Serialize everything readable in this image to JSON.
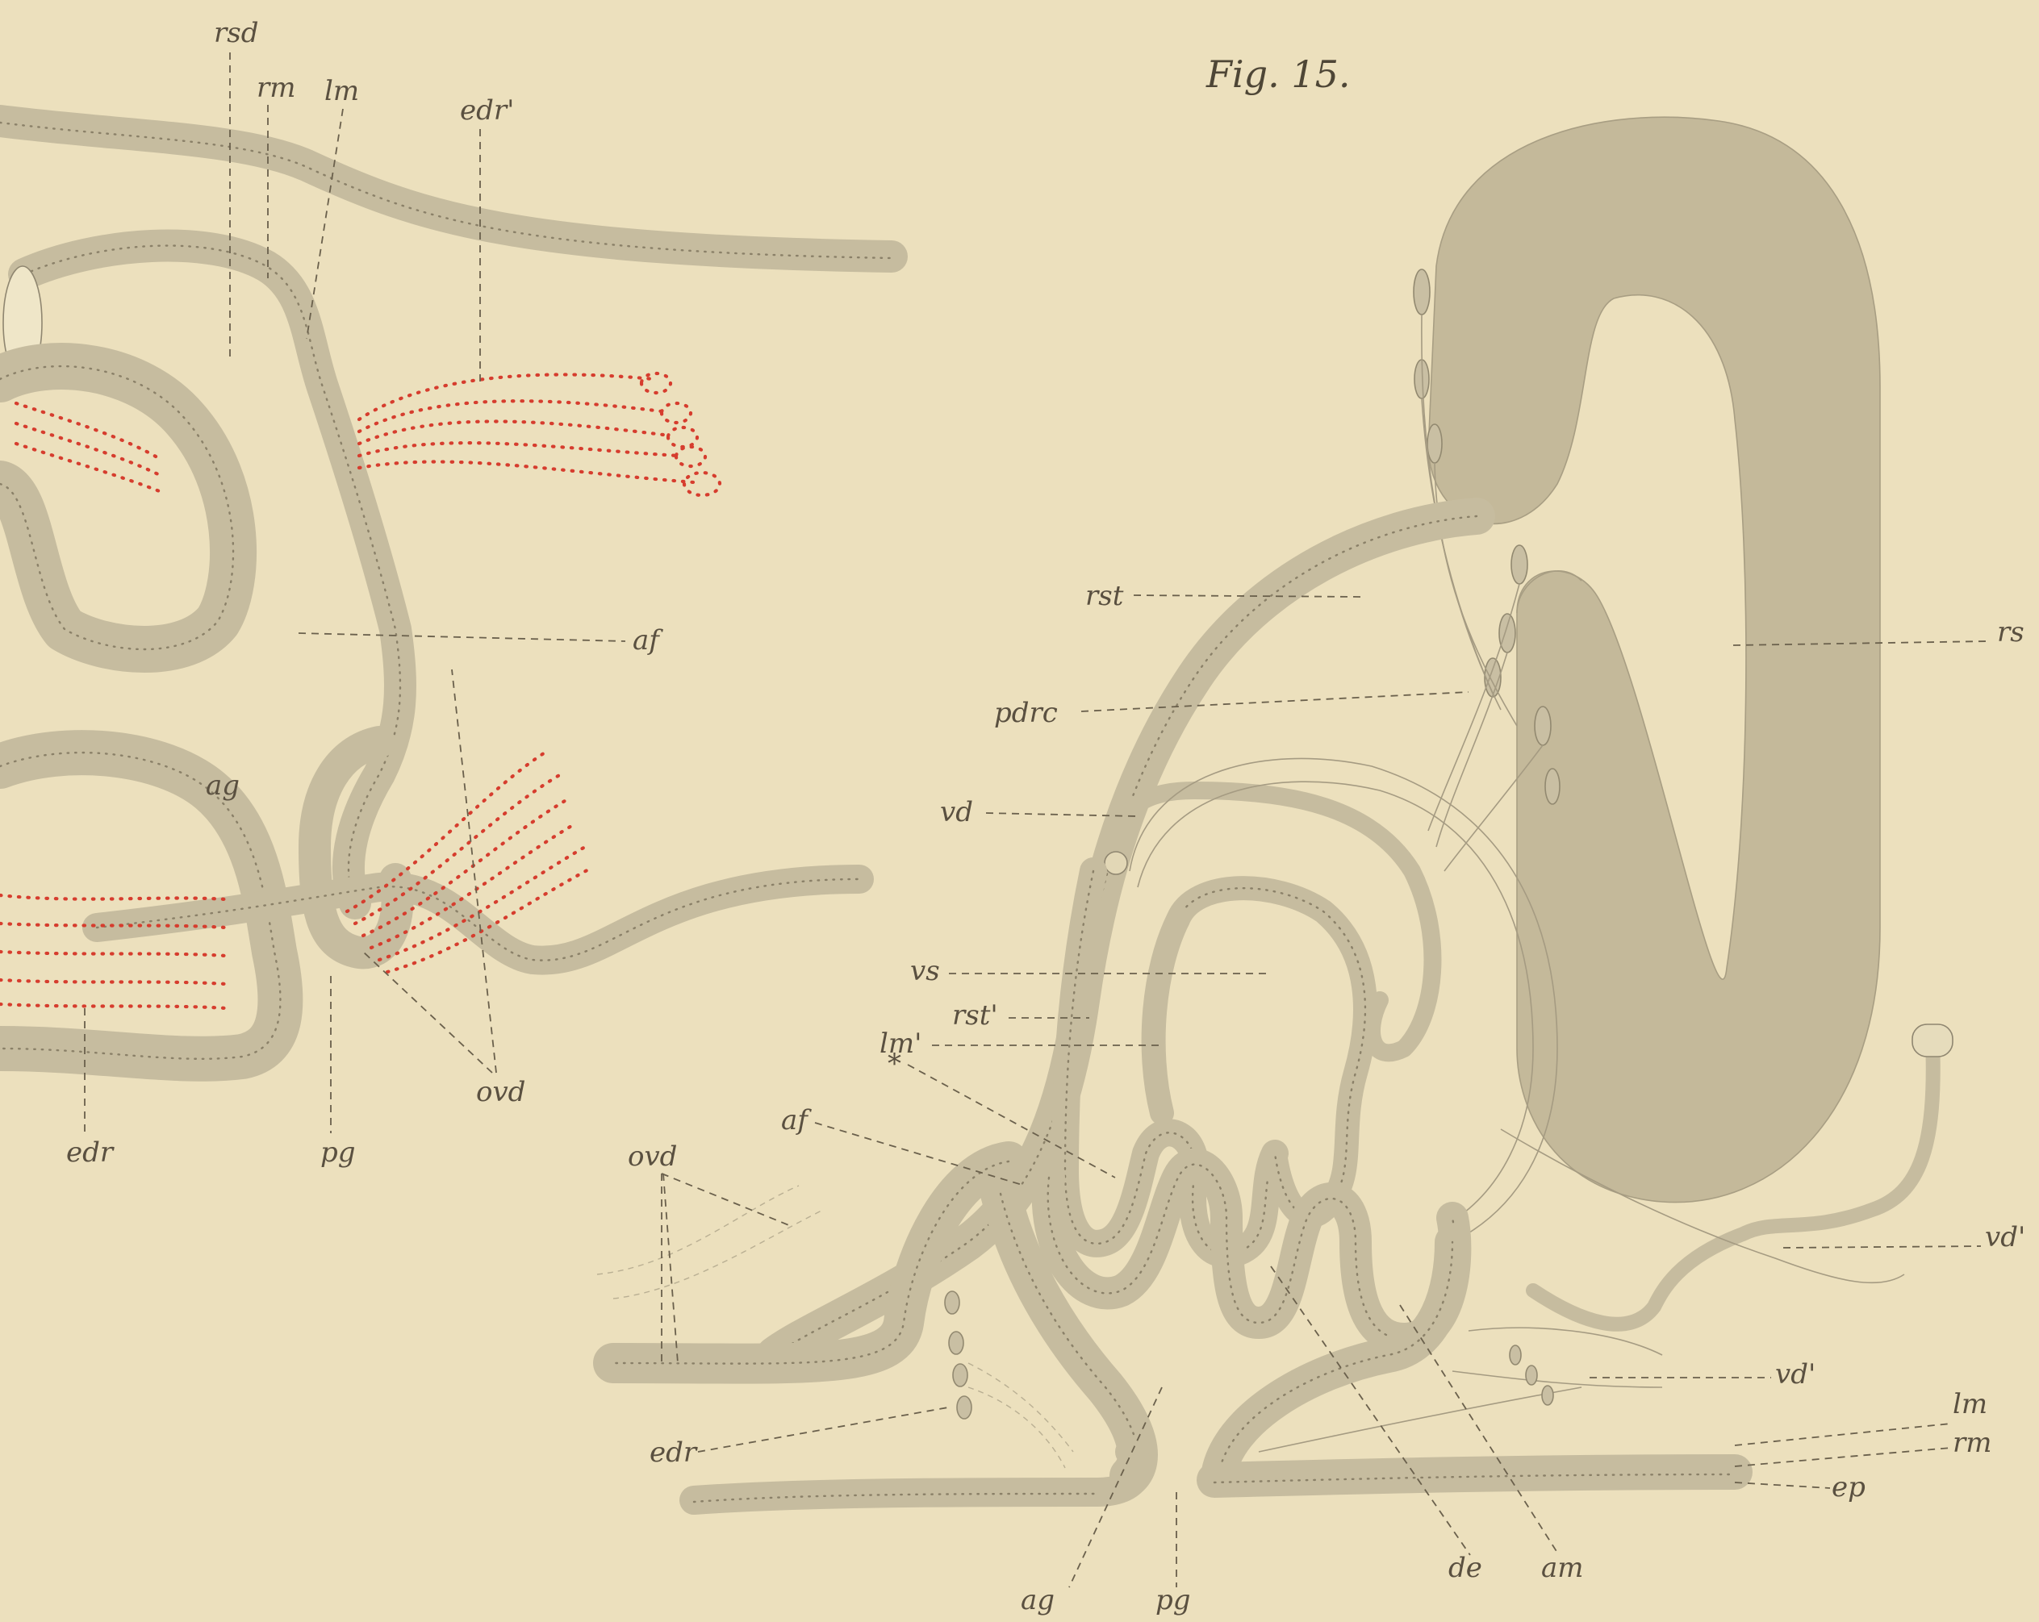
{
  "figure_title": "Fig. 15.",
  "labels_left": {
    "rsd": "rsd",
    "rm": "rm",
    "lm": "lm",
    "edr_prime": "edr'",
    "af": "af",
    "ag": "ag",
    "edr": "edr",
    "pg": "pg",
    "ovd": "ovd"
  },
  "labels_right": {
    "rst": "rst",
    "rs": "rs",
    "pdrc": "pdrc",
    "vd": "vd",
    "vs": "vs",
    "rst_prime": "rst'",
    "lm_prime": "lm'",
    "asterisk": "*",
    "af": "af",
    "ovd": "ovd",
    "edr": "edr",
    "vd_prime_1": "vd'",
    "vd_prime_2": "vd'",
    "lm": "lm",
    "rm": "rm",
    "ep": "ep",
    "de": "de",
    "am": "am",
    "ag": "ag",
    "pg": "pg"
  },
  "colors": {
    "paper": "#ece0bd",
    "tissue": "#c6bc9f",
    "receptaculum": "#c4b99a",
    "stippling": "#d63d2e",
    "ink": "#5a5040"
  }
}
